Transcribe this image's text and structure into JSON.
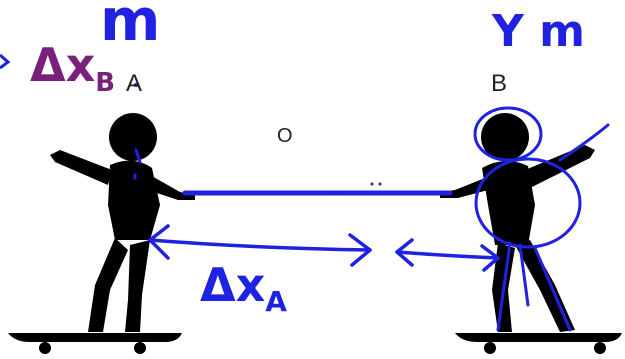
{
  "labels": {
    "person_a": "A",
    "person_b": "B",
    "origin": "O"
  },
  "annotations": {
    "top_left": "m",
    "top_right": "Y m",
    "left_delta": "Δx",
    "left_delta_sub": "B",
    "bottom_delta": "Δx",
    "bottom_delta_sub": "A"
  },
  "colors": {
    "figure": "#000000",
    "ink_blue": "#1f22e0",
    "ink_purple": "#7a1f7a",
    "rope": "#1f22e0"
  }
}
